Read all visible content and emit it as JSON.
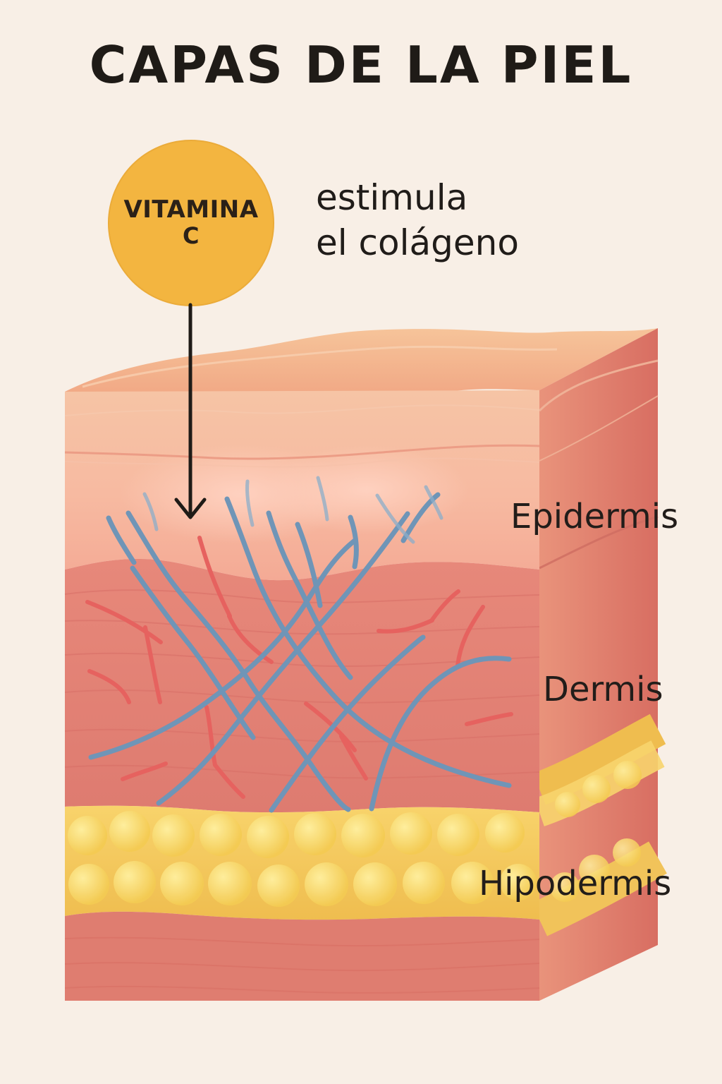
{
  "title": "CAPAS DE LA PIEL",
  "badge": {
    "line1": "VITAMINA",
    "line2": "C"
  },
  "caption": {
    "line1": "estimula",
    "line2": "el colágeno"
  },
  "layers": {
    "epidermis": "Epidermis",
    "dermis": "Dermis",
    "hipodermis": "Hipodermis"
  },
  "colors": {
    "background": "#f8efe6",
    "vitamin_c": "#f3b540",
    "epidermis": "#f2a48c",
    "dermis": "#de7b70",
    "hipodermis": "#f3c85a",
    "collagen": "#6f95b7",
    "vessel": "#e6625f"
  }
}
